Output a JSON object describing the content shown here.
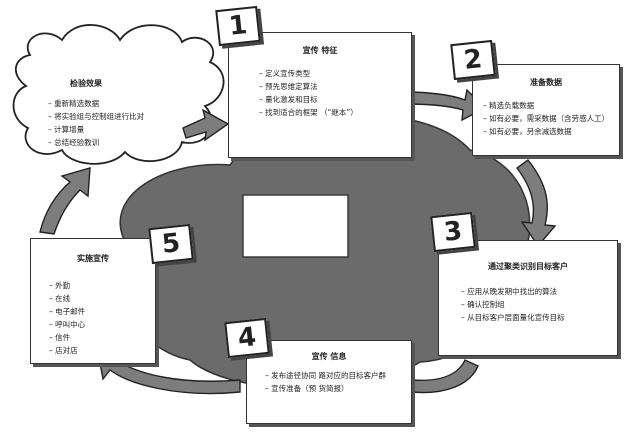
{
  "steps": [
    {
      "number": "1",
      "title": "宣传    特征",
      "items": [
        "定义宣传类型",
        "预先思维定算法",
        "量化激发和目标",
        "找到适合的框架    （“继本”）"
      ]
    },
    {
      "number": "2",
      "title": "准备数据",
      "items": [
        "精选负载数据",
        "如有必要，需采数据（含劳感人工）",
        "如有必要，另余减选数据"
      ]
    },
    {
      "number": "3",
      "title": "通过聚类识别目标客户",
      "items": [
        "应用从晚发期中找出的算法",
        "确认控制组",
        "从目标客户层面量化宣传目标"
      ]
    },
    {
      "number": "4",
      "title": "宣传    信息",
      "items": [
        "发布途径协同    路对应的目标客户群",
        "宣传准备（预    货简报）"
      ]
    },
    {
      "number": "5",
      "title": "实施宣传",
      "items": [
        "外勤",
        "在线",
        "电子邮件",
        "呼叫中心",
        "信件",
        "店对店"
      ]
    }
  ],
  "cloud": {
    "title": "检验效果",
    "items": [
      "重新精选数据",
      "将实验组与控制组进行比对",
      "计算增量",
      "总结经验教训"
    ]
  },
  "colors": {
    "ink": "#222222",
    "blob": "#6b6b6b",
    "arrow": "#7d7d7d",
    "panel": "#ffffff"
  }
}
